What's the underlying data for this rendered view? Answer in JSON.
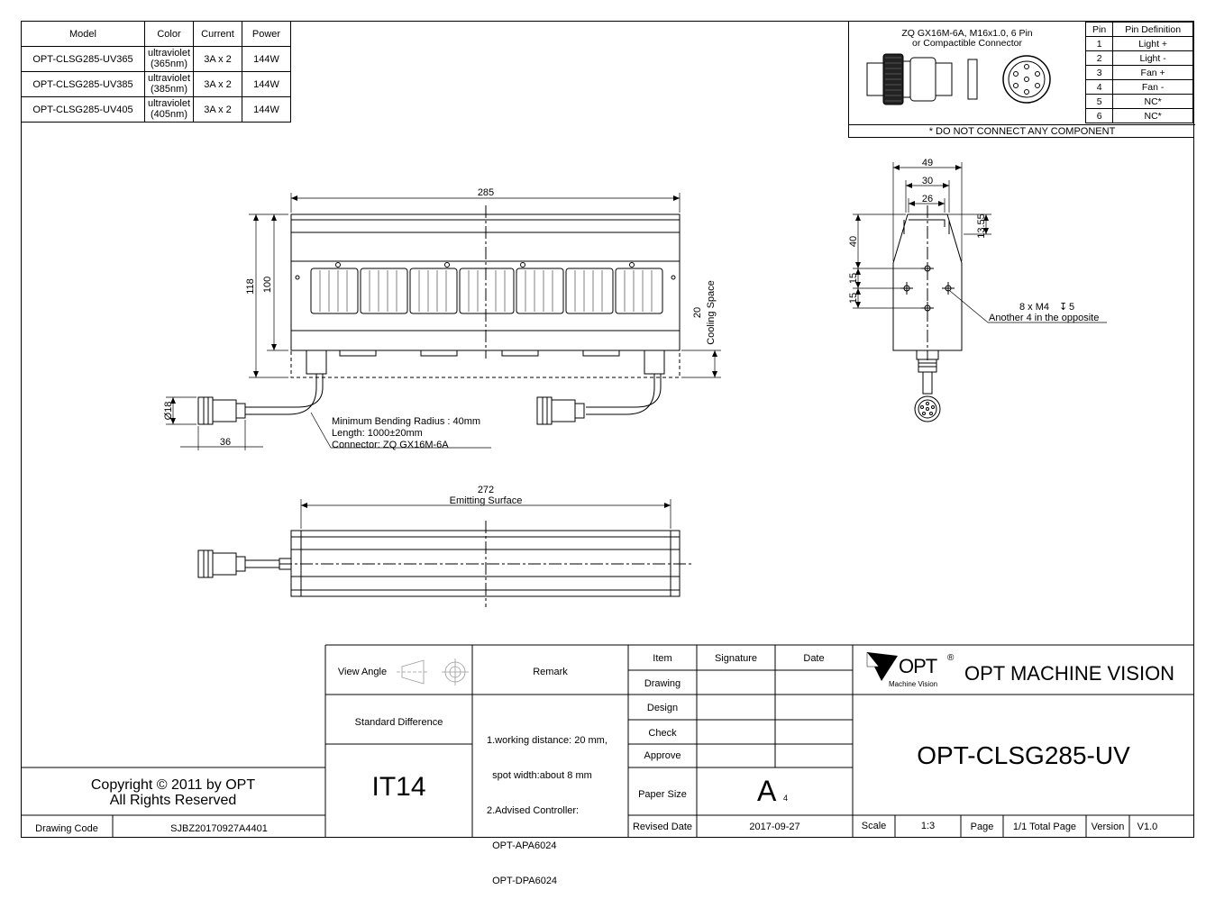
{
  "model_table": {
    "headers": [
      "Model",
      "Color",
      "Current",
      "Power"
    ],
    "rows": [
      [
        "OPT-CLSG285-UV365",
        "ultraviolet\n(365nm)",
        "3A x 2",
        "144W"
      ],
      [
        "OPT-CLSG285-UV385",
        "ultraviolet\n(385nm)",
        "3A x 2",
        "144W"
      ],
      [
        "OPT-CLSG285-UV405",
        "ultraviolet\n(405nm)",
        "3A x 2",
        "144W"
      ]
    ]
  },
  "connector": {
    "title_line1": "ZQ GX16M-6A, M16x1.0, 6 Pin",
    "title_line2": "or Compactible Connector",
    "pin_headers": [
      "Pin",
      "Pin Definition"
    ],
    "pins": [
      [
        "1",
        "Light +"
      ],
      [
        "2",
        "Light -"
      ],
      [
        "3",
        "Fan +"
      ],
      [
        "4",
        "Fan -"
      ],
      [
        "5",
        "NC*"
      ],
      [
        "6",
        "NC*"
      ]
    ],
    "note": "* DO NOT CONNECT ANY COMPONENT",
    "pin_numbers": [
      "1",
      "2",
      "3",
      "4",
      "5",
      "6"
    ]
  },
  "front_view": {
    "width_dim": "285",
    "height_118": "118",
    "height_100": "100",
    "cooling_dim": "20",
    "cooling_label": "Cooling Space",
    "dia_label": "Ø18",
    "len36": "36",
    "notes": [
      "Minimum Bending Radius : 40mm",
      "Length: 1000±20mm",
      "Connector: ZQ GX16M-6A"
    ]
  },
  "side_view": {
    "d49": "49",
    "d30": "30",
    "d26": "26",
    "d1355": "13.55",
    "d40": "40",
    "d15a": "15",
    "d15b": "15",
    "thread": "8 x  M4",
    "thread_depth": "5",
    "thread_note": "Another 4 in the opposite"
  },
  "bottom_view": {
    "d272": "272",
    "emitting": "Emitting Surface"
  },
  "title_block": {
    "view_angle": "View Angle",
    "remark": "Remark",
    "standard_difference": "Standard Difference",
    "it": "IT14",
    "remarks": [
      "1.working distance: 20 mm,",
      "  spot width:about 8 mm",
      "2.Advised Controller:",
      "  OPT-APA6024",
      "  OPT-DPA6024"
    ],
    "item": "Item",
    "signature": "Signature",
    "date": "Date",
    "drawing": "Drawing",
    "design": "Design",
    "check": "Check",
    "approve": "Approve",
    "paper_size": "Paper Size",
    "paper_value": "A",
    "paper_sub": "4",
    "revised_date_label": "Revised Date",
    "revised_date": "2017-09-27",
    "logo_text": "OPT",
    "logo_reg": "®",
    "logo_sub": "Machine Vision",
    "company": "OPT MACHINE VISION",
    "part_no": "OPT-CLSG285-UV",
    "scale_label": "Scale",
    "scale": "1:3",
    "page_label": "Page",
    "page": "1/1 Total Page",
    "version_label": "Version",
    "version": "V1.0",
    "copyright1": "Copyright © 2011 by OPT",
    "copyright2": "All Rights Reserved",
    "drawing_code_label": "Drawing Code",
    "drawing_code": "SJBZ20170927A4401"
  }
}
